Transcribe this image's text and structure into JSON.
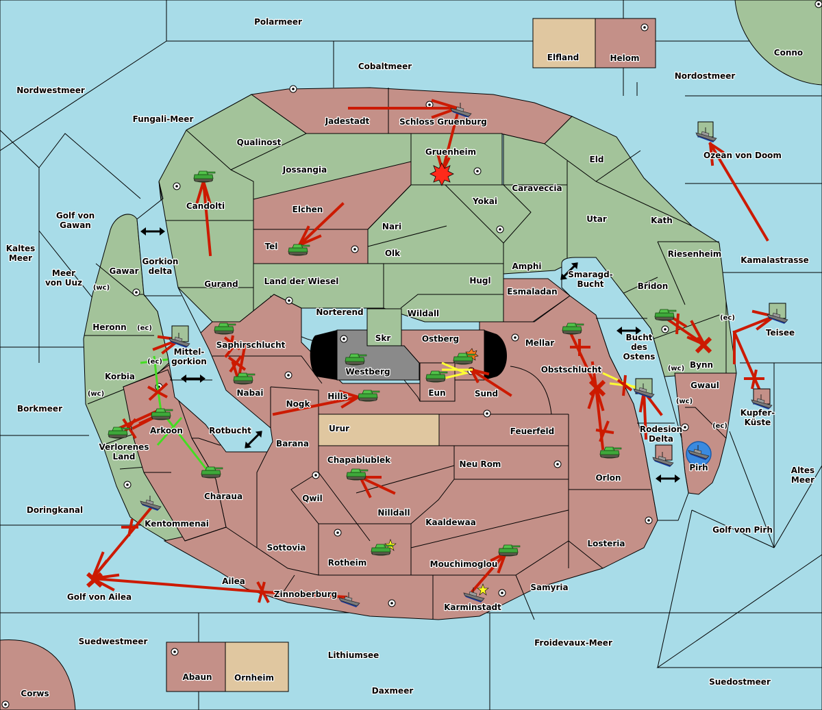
{
  "colors": {
    "sea": "#a8dce8",
    "power_green": "#a3c39a",
    "power_red": "#c49088",
    "neutral": "#e0c7a0",
    "impassable": "#8a8a8a",
    "order_red": "#cc1a00",
    "support_green": "#44dd22",
    "convoy_yellow": "#ffff33"
  },
  "seas": [
    {
      "id": "polarmeer",
      "label": "Polarmeer"
    },
    {
      "id": "cobaltmeer",
      "label": "Cobaltmeer"
    },
    {
      "id": "nordwestmeer",
      "label": "Nordwestmeer"
    },
    {
      "id": "fungali",
      "label": "Fungali-Meer"
    },
    {
      "id": "nordostmeer",
      "label": "Nordostmeer"
    },
    {
      "id": "ozean-von-doom",
      "label": "Ozean von Doom"
    },
    {
      "id": "kamalastrasse",
      "label": "Kamalastrasse"
    },
    {
      "id": "golf-von-gawan",
      "label": [
        "Golf von",
        "Gawan"
      ]
    },
    {
      "id": "kaltes-meer",
      "label": [
        "Kaltes",
        "Meer"
      ]
    },
    {
      "id": "meer-von-uuz",
      "label": [
        "Meer",
        "von Uuz"
      ]
    },
    {
      "id": "gorkion-delta",
      "label": [
        "Gorkion",
        "delta"
      ]
    },
    {
      "id": "mittelgorkion",
      "label": [
        "Mittel-",
        "gorkion"
      ]
    },
    {
      "id": "rotbucht",
      "label": "Rotbucht"
    },
    {
      "id": "borkmeer",
      "label": "Borkmeer"
    },
    {
      "id": "doringkanal",
      "label": "Doringkanal"
    },
    {
      "id": "golf-von-ailea",
      "label": "Golf von Ailea"
    },
    {
      "id": "suedwestmeer",
      "label": "Suedwestmeer"
    },
    {
      "id": "lithiumsee",
      "label": "Lithiumsee"
    },
    {
      "id": "daxmeer",
      "label": "Daxmeer"
    },
    {
      "id": "froidevaux",
      "label": "Froidevaux-Meer"
    },
    {
      "id": "suedostmeer",
      "label": "Suedostmeer"
    },
    {
      "id": "golf-von-pirh",
      "label": "Golf von Pirh"
    },
    {
      "id": "altes-meer",
      "label": [
        "Altes",
        "Meer"
      ]
    },
    {
      "id": "kupfer-kueste",
      "label": [
        "Kupfer-",
        "Küste"
      ]
    },
    {
      "id": "teisee",
      "label": "Teisee"
    },
    {
      "id": "smaragd-bucht",
      "label": [
        "Smaragd-",
        "Bucht"
      ]
    },
    {
      "id": "bucht-des-ostens",
      "label": [
        "Bucht",
        "des",
        "Ostens"
      ]
    },
    {
      "id": "rodesion-delta",
      "label": [
        "Rodesion",
        "Delta"
      ]
    }
  ],
  "territories": {
    "elfland": "Elfland",
    "helom": "Helom",
    "conno": "Conno",
    "jadestadt": "Jadestadt",
    "schloss-gruenburg": "Schloss Gruenburg",
    "qualinost": "Qualinost",
    "jossangia": "Jossangia",
    "gruenheim": "Gruenheim",
    "eld": "Eld",
    "caraveccia": "Caraveccia",
    "yokai": "Yokai",
    "candolti": "Candolti",
    "elchen": "Elchen",
    "nari": "Nari",
    "tel": "Tel",
    "olk": "Olk",
    "utar": "Utar",
    "kath": "Kath",
    "amphi": "Amphi",
    "riesenheim": "Riesenheim",
    "gurand": "Gurand",
    "land-der-wiesel": "Land der Wiesel",
    "hugl": "Hugl",
    "bridon": "Bridon",
    "esmaladan": "Esmaladan",
    "gawar": "Gawar",
    "heronn": "Heronn",
    "norterend": "Norterend",
    "wildall": "Wildall",
    "skr": "Skr",
    "ostberg": "Ostberg",
    "westberg": "Westberg",
    "mellar": "Mellar",
    "saphirschlucht": "Saphirschlucht",
    "bynn": "Bynn",
    "korbia": "Korbia",
    "nabai": "Nabai",
    "obstschlucht": "Obstschlucht",
    "eun": "Eun",
    "sund": "Sund",
    "hills": "Hills",
    "nogk": "Nogk",
    "gwaul": "Gwaul",
    "arkoon": "Arkoon",
    "verlorenes-land": [
      "Verlorenes",
      "Land"
    ],
    "urur": "Urur",
    "feuerfeld": "Feuerfeld",
    "barana": "Barana",
    "chapablublek": "Chapablublek",
    "neu-rom": "Neu Rom",
    "orlon": "Orlon",
    "pirh": "Pirh",
    "charaua": "Charaua",
    "qwil": "Qwil",
    "nilldall": "Nilldall",
    "kentommenai": "Kentommenai",
    "kaaldewaa": "Kaaldewaa",
    "sottovia": "Sottovia",
    "losteria": "Losteria",
    "rotheim": "Rotheim",
    "mouchimoglou": "Mouchimoglou",
    "ailea": "Ailea",
    "samyria": "Samyria",
    "zinnoberburg": "Zinnoberburg",
    "karminstadt": "Karminstadt",
    "abaun": "Abaun",
    "ornheim": "Ornheim",
    "corws": "Corws"
  },
  "coast_tags": {
    "wc": "(wc)",
    "ec": "(ec)"
  },
  "units": [
    {
      "type": "army",
      "power": "green",
      "location": "Candolti"
    },
    {
      "type": "army",
      "power": "green",
      "location": "Tel"
    },
    {
      "type": "fleet",
      "power": "red",
      "location": "Schloss Gruenburg"
    },
    {
      "type": "army",
      "power": "green",
      "location": "Gruenheim",
      "status": "dislodged"
    },
    {
      "type": "fleet",
      "power": "green",
      "location": "Ozean von Doom"
    },
    {
      "type": "fleet",
      "power": "green",
      "location": "Mittelgorkion"
    },
    {
      "type": "army",
      "power": "green",
      "location": "Saphirschlucht"
    },
    {
      "type": "army",
      "power": "green",
      "location": "Nabai"
    },
    {
      "type": "army",
      "power": "green",
      "location": "Westberg"
    },
    {
      "type": "army",
      "power": "green",
      "location": "Ostberg",
      "status": "dislodged"
    },
    {
      "type": "army",
      "power": "green",
      "location": "Eun"
    },
    {
      "type": "army",
      "power": "green",
      "location": "Hills"
    },
    {
      "type": "army",
      "power": "green",
      "location": "Mellar"
    },
    {
      "type": "army",
      "power": "green",
      "location": "Bridon"
    },
    {
      "type": "fleet",
      "power": "green",
      "location": "Teisee"
    },
    {
      "type": "fleet",
      "power": "red",
      "location": "Kupfer-Küste"
    },
    {
      "type": "fleet",
      "power": "green",
      "location": "Bucht des Ostens"
    },
    {
      "type": "fleet",
      "power": "red",
      "location": "Rodesion Delta"
    },
    {
      "type": "fleet",
      "power": "neutral",
      "location": "Pirh"
    },
    {
      "type": "army",
      "power": "green",
      "location": "Orlon"
    },
    {
      "type": "army",
      "power": "green",
      "location": "Arkoon"
    },
    {
      "type": "army",
      "power": "green",
      "location": "Verlorenes Land"
    },
    {
      "type": "army",
      "power": "green",
      "location": "Charaua"
    },
    {
      "type": "fleet",
      "power": "red",
      "location": "Kentommenai"
    },
    {
      "type": "army",
      "power": "green",
      "location": "Chapablublek"
    },
    {
      "type": "army",
      "power": "green",
      "location": "Rotheim",
      "status": "built"
    },
    {
      "type": "army",
      "power": "green",
      "location": "Mouchimoglou"
    },
    {
      "type": "fleet",
      "power": "red",
      "location": "Karminstadt",
      "status": "built"
    },
    {
      "type": "fleet",
      "power": "red",
      "location": "Zinnoberburg"
    }
  ]
}
